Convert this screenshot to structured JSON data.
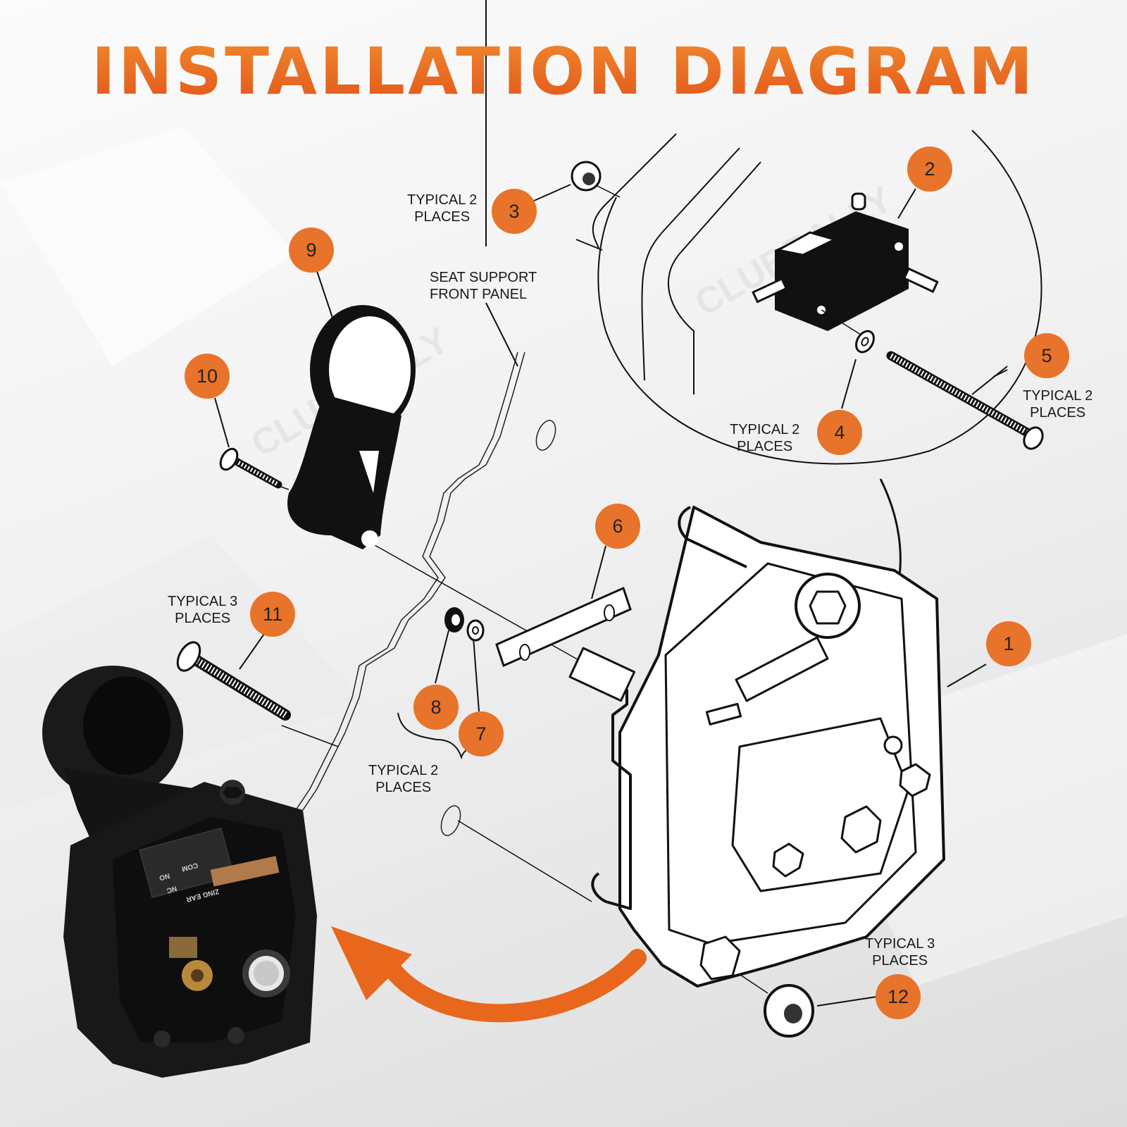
{
  "title": "INSTALLATION DIAGRAM",
  "colors": {
    "accent": "#e8732a",
    "title_gradient_top": "#f08a2e",
    "title_gradient_bottom": "#e2541a",
    "line": "#111111"
  },
  "callouts": [
    {
      "num": "1"
    },
    {
      "num": "2"
    },
    {
      "num": "3"
    },
    {
      "num": "4"
    },
    {
      "num": "5"
    },
    {
      "num": "6"
    },
    {
      "num": "7"
    },
    {
      "num": "8"
    },
    {
      "num": "9"
    },
    {
      "num": "10"
    },
    {
      "num": "11"
    },
    {
      "num": "12"
    }
  ],
  "notes": {
    "seat_support": "SEAT SUPPORT\nFRONT PANEL",
    "typical_2_places": "TYPICAL 2\nPLACES",
    "typical_3_places": "TYPICAL 3\nPLACES"
  },
  "switch_labels": {
    "com": "COM",
    "no": "NO",
    "nc": "NC",
    "zing_ear": "ZING EAR"
  },
  "watermark": "CLUBRALLY"
}
